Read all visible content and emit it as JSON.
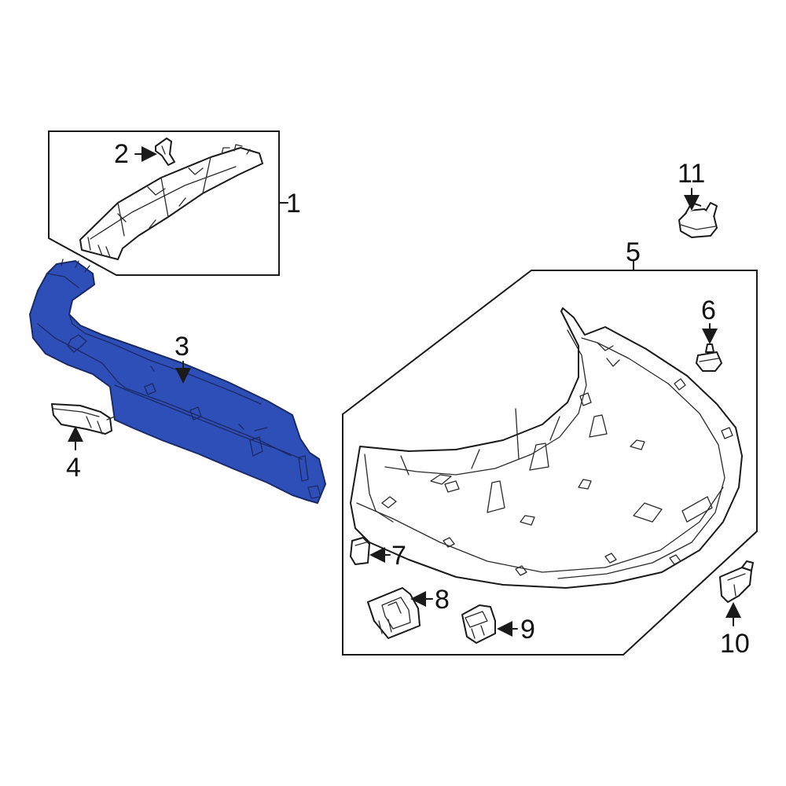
{
  "diagram": {
    "highlight_color": "#2f4fb8",
    "highlight_stroke": "#1a2a66",
    "callouts": [
      {
        "id": "1",
        "label": "1"
      },
      {
        "id": "2",
        "label": "2"
      },
      {
        "id": "3",
        "label": "3"
      },
      {
        "id": "4",
        "label": "4"
      },
      {
        "id": "5",
        "label": "5"
      },
      {
        "id": "6",
        "label": "6"
      },
      {
        "id": "7",
        "label": "7"
      },
      {
        "id": "8",
        "label": "8"
      },
      {
        "id": "9",
        "label": "9"
      },
      {
        "id": "10",
        "label": "10"
      },
      {
        "id": "11",
        "label": "11"
      }
    ]
  }
}
